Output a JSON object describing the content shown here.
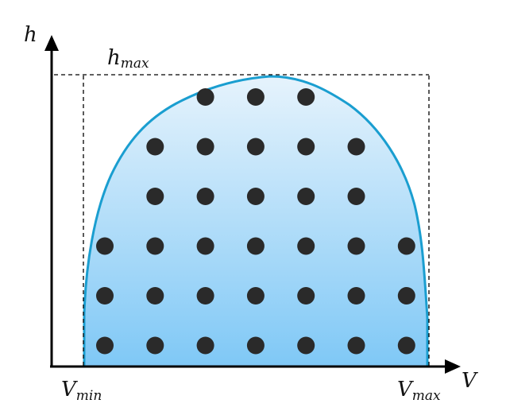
{
  "labels": {
    "y_axis": "h",
    "x_axis": "V",
    "h_max_base": "h",
    "h_max_sub": "max",
    "v_min_base": "V",
    "v_min_sub": "min",
    "v_max_base": "V",
    "v_max_sub": "max"
  },
  "grid": {
    "rows": [
      [
        3,
        4,
        5
      ],
      [
        2,
        3,
        4,
        5,
        6
      ],
      [
        2,
        3,
        4,
        5,
        6
      ],
      [
        1,
        2,
        3,
        4,
        5,
        6,
        7
      ],
      [
        1,
        2,
        3,
        4,
        5,
        6,
        7
      ],
      [
        1,
        2,
        3,
        4,
        5,
        6,
        7
      ]
    ]
  },
  "colors": {
    "region_top": "#e6f3fc",
    "region_bottom": "#7fc8f6",
    "boundary": "#1a9ed0",
    "dot": "#2a2a2a",
    "axis": "#000000"
  }
}
